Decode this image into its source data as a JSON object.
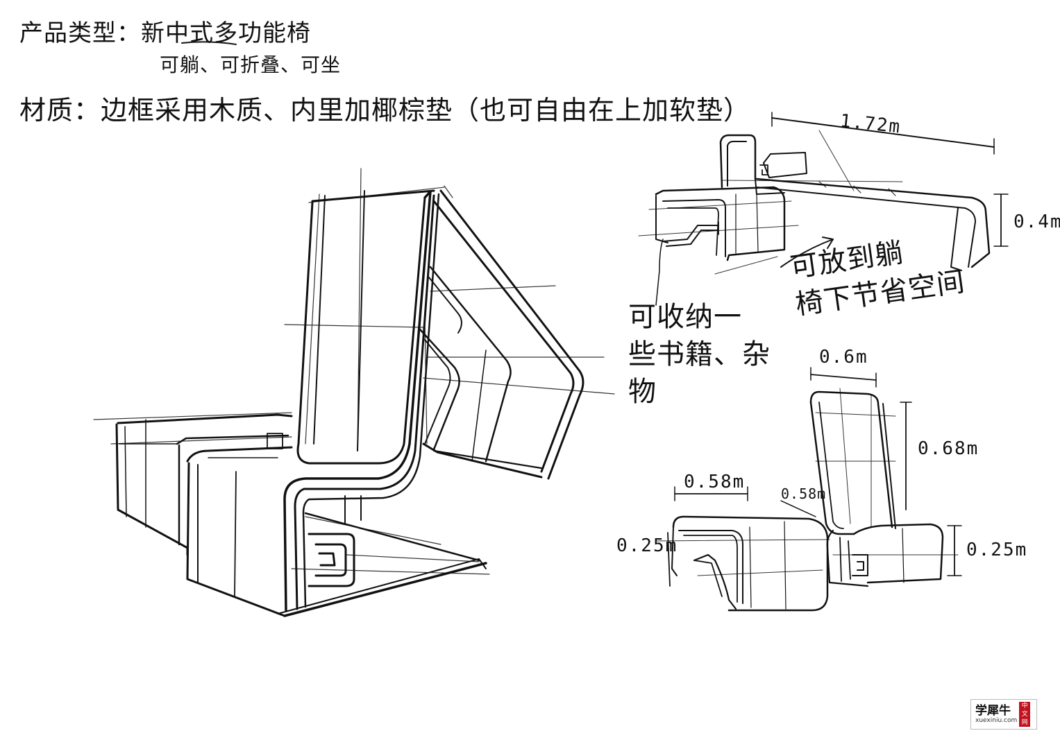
{
  "header": {
    "product_type": "产品类型：新中式多功能椅",
    "features": "可躺、可折叠、可坐",
    "material": "材质：边框采用木质、内里加椰棕垫（也可自由在上加软垫）"
  },
  "annotations": {
    "storage_line1": "可收纳一",
    "storage_line2": "些书籍、杂",
    "storage_line3": "物",
    "fold_line1": "可放到躺",
    "fold_line2": "椅下节省空间"
  },
  "dimensions": {
    "lounger_length": "1.72m",
    "lounger_height": "0.4m",
    "chair_width": "0.6m",
    "back_height": "0.68m",
    "stool_width": "0.58m",
    "seat_depth": "0.58m",
    "stool_height": "0.25m",
    "seat_height": "0.25m"
  },
  "watermark": {
    "brand": "学犀牛",
    "url": "xuexiniu.com",
    "badge": "中文网"
  }
}
